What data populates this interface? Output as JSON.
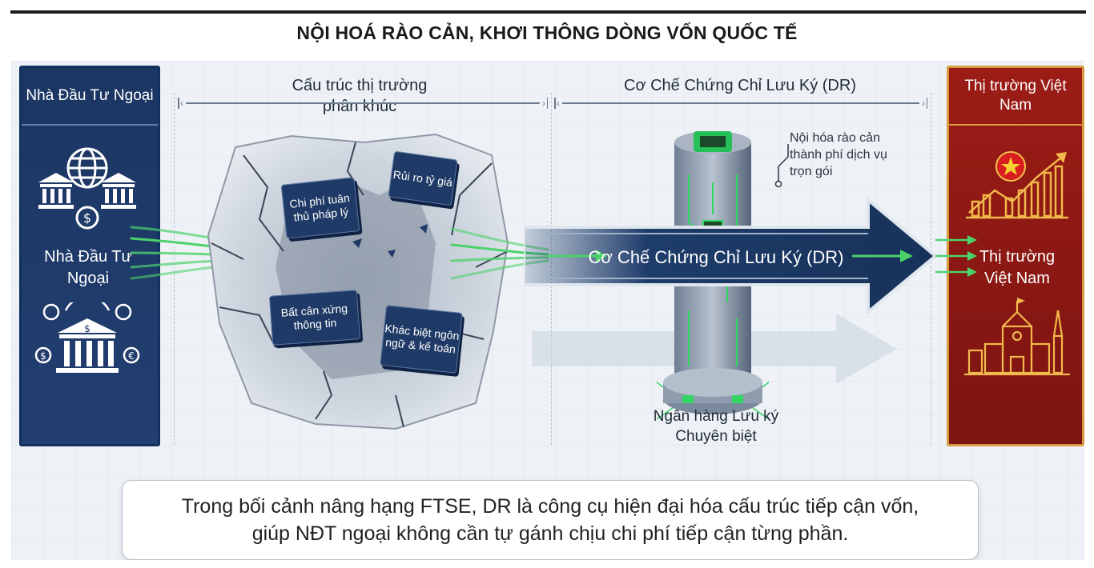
{
  "title": "NỘI HOÁ RÀO CẢN, KHƠI THÔNG DÒNG VỐN QUỐC TẾ",
  "left_panel": {
    "header": "Nhà Đầu Tư Ngoại",
    "label": "Nhà Đầu Tư Ngoại"
  },
  "segmented_section": {
    "label": "Cấu trúc thị trường phân khúc",
    "blocks": [
      {
        "text": "Chi phí tuân thủ pháp lý"
      },
      {
        "text": "Rủi ro tỷ giá"
      },
      {
        "text": "Bất cân xứng thông tin"
      },
      {
        "text": "Khác biệt ngôn ngữ & kế toán"
      }
    ]
  },
  "dr_section": {
    "label": "Cơ Chế Chứng Chỉ Lưu Ký (DR)",
    "arrow_label": "Cơ Chế Chứng Chỉ Lưu Ký (DR)",
    "callout": "Nội hóa rào cản thành phí dịch vụ trọn gói",
    "bank_label": "Ngân hàng Lưu ký Chuyên biệt"
  },
  "right_panel": {
    "header": "Thị trường Việt Nam",
    "label": "Thị trường Việt Nam"
  },
  "caption": {
    "line1": "Trong bối cảnh nâng hạng FTSE, DR là công cụ hiện đại hóa cấu trúc tiếp cận vốn,",
    "line2": "giúp NĐT ngoại không cần tự gánh chịu chi phí tiếp cận từng phần."
  },
  "colors": {
    "navy": "#1c3663",
    "red": "#9c1c16",
    "gold": "#d79a3e",
    "green": "#4cd26a"
  },
  "icons": [
    "bank-globe-icon",
    "bank-currency-icon",
    "vietnam-flag-icon",
    "growth-chart-icon",
    "city-landmark-icon",
    "data-server-icon"
  ]
}
